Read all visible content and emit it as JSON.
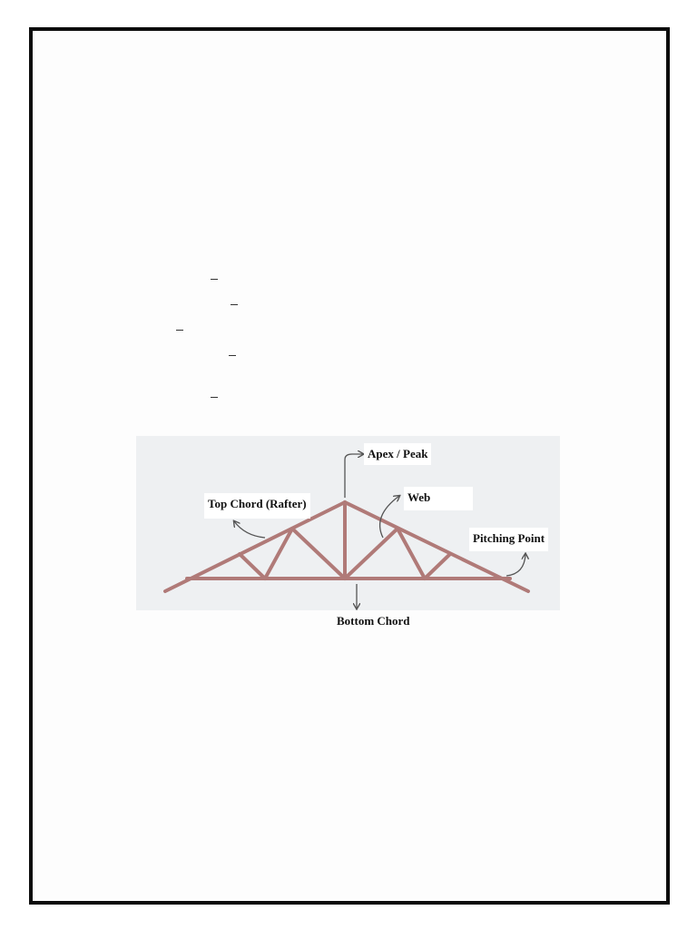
{
  "diagram": {
    "labels": {
      "apex": "Apex / Peak",
      "web": "Web",
      "top_chord": "Top Chord (Rafter)",
      "pitching_point": "Pitching Point",
      "bottom_chord": "Bottom Chord"
    },
    "colors": {
      "timber": "#b07a78",
      "arrow": "#555555",
      "panel_background": "#eef0f2"
    }
  }
}
